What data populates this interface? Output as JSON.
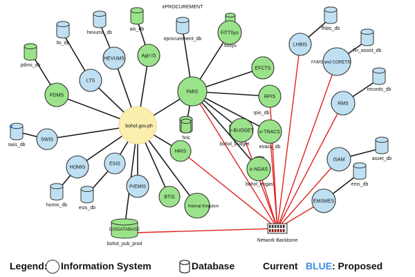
{
  "colors": {
    "current_fill": "#9be38a",
    "proposed_fill": "#bfe0f2",
    "hub_fill": "#fbefb0",
    "stroke": "#333333",
    "black_link": "#1a1a1a",
    "red_link": "#e02020",
    "blue_word": "#3a8ee6"
  },
  "hub": {
    "label": "bohol.gov.ph"
  },
  "backbone": {
    "label": "Network Backbone",
    "icon": "network-switch-icon"
  },
  "systems": [
    {
      "id": "pdms",
      "label": "PDMS",
      "status": "current"
    },
    {
      "id": "lts",
      "label": "LTS",
      "status": "proposed"
    },
    {
      "id": "hevums",
      "label": "HEVUMS",
      "status": "proposed"
    },
    {
      "id": "agris",
      "label": "Agri IS",
      "status": "current"
    },
    {
      "id": "fmis",
      "label": "FMIS",
      "status": "current"
    },
    {
      "id": "swis",
      "label": "SWIS",
      "status": "proposed"
    },
    {
      "id": "homis",
      "label": "HOMIS",
      "status": "proposed"
    },
    {
      "id": "esis",
      "label": "ESIS",
      "status": "proposed"
    },
    {
      "id": "premis",
      "label": "PrEMIS",
      "status": "proposed"
    },
    {
      "id": "btis",
      "label": "BTIS",
      "status": "current"
    },
    {
      "id": "animal",
      "label": "Animal Kingdom",
      "status": "current"
    },
    {
      "id": "hris",
      "label": "HRIS",
      "status": "current"
    },
    {
      "id": "fittsys",
      "label": "FiTTSys",
      "status": "current"
    },
    {
      "id": "efcts",
      "label": "EFCTS",
      "status": "current"
    },
    {
      "id": "rpis",
      "label": "RPIS",
      "status": "current"
    },
    {
      "id": "etracs",
      "label": "e-TRACS",
      "status": "current"
    },
    {
      "id": "ebudget",
      "label": "e-BUDGET",
      "status": "current"
    },
    {
      "id": "engas",
      "label": "e-NGAS",
      "status": "current"
    },
    {
      "id": "lhbis",
      "label": "LHBIS",
      "status": "proposed"
    },
    {
      "id": "fams",
      "label": "FAMS and CORETIS",
      "status": "proposed"
    },
    {
      "id": "rms",
      "label": "RMS",
      "status": "proposed"
    },
    {
      "id": "isam",
      "label": "ISAM",
      "status": "proposed"
    },
    {
      "id": "emsmes",
      "label": "EMSMES",
      "status": "proposed"
    }
  ],
  "databases": [
    {
      "id": "pdms_db",
      "label": "pdms_db",
      "status": "current"
    },
    {
      "id": "lts_db",
      "label": "lts_db",
      "status": "proposed"
    },
    {
      "id": "hevums_db",
      "label": "hevums_db",
      "status": "proposed"
    },
    {
      "id": "ais_db",
      "label": "ais_db",
      "status": "current"
    },
    {
      "id": "eproc_db",
      "label": "eprocurement_db",
      "status": "proposed"
    },
    {
      "id": "fittsys_db",
      "label": "fittsys",
      "status": "current"
    },
    {
      "id": "fhbis_db",
      "label": "fhbis_db",
      "status": "proposed"
    },
    {
      "id": "fin_db",
      "label": "fin_assist_db",
      "status": "proposed"
    },
    {
      "id": "records_db",
      "label": "records_db",
      "status": "proposed"
    },
    {
      "id": "rpis_db",
      "label": "rpis_db",
      "status": "current"
    },
    {
      "id": "swis_db",
      "label": "swis_db",
      "status": "proposed"
    },
    {
      "id": "hris_db",
      "label": "hris",
      "status": "current"
    },
    {
      "id": "budget_db",
      "label": "bohol_budget",
      "status": "current"
    },
    {
      "id": "etracs_db",
      "label": "etracs_db",
      "status": "current"
    },
    {
      "id": "engas_db",
      "label": "bohol_engas",
      "status": "current"
    },
    {
      "id": "homis_db",
      "label": "homis_db",
      "status": "proposed"
    },
    {
      "id": "esis_db",
      "label": "esis_db",
      "status": "proposed"
    },
    {
      "id": "asset_db",
      "label": "asset_db",
      "status": "proposed"
    },
    {
      "id": "ems_db",
      "label": "ems_db",
      "status": "proposed"
    },
    {
      "id": "gis_db",
      "label": "GISDATABASE",
      "sublabel": "bohol_pub_prod",
      "status": "current"
    }
  ],
  "floating_labels": [
    {
      "id": "eproc_label",
      "label": "ePROCUREMENT"
    }
  ],
  "legend": {
    "prefix": "Legend:",
    "system": "Information System",
    "database": "Database",
    "current": "Current",
    "blue": "BLUE",
    "proposed": ": Proposed"
  }
}
